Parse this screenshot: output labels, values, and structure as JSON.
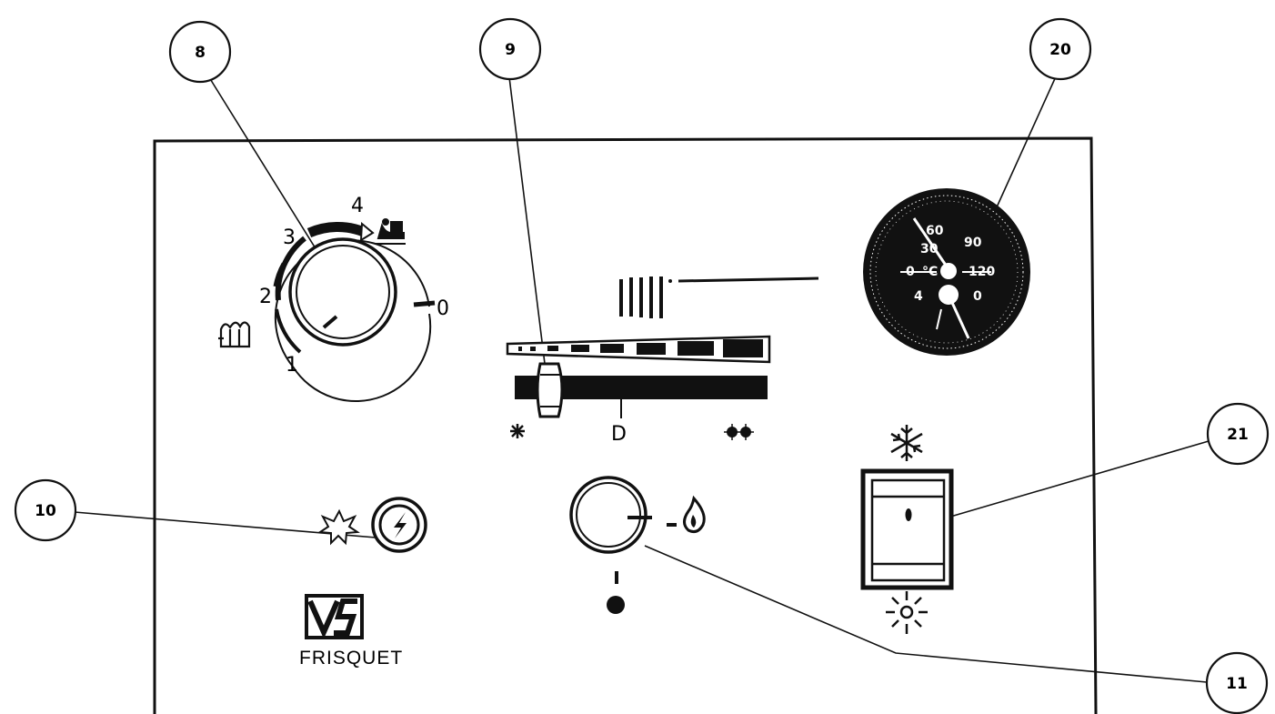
{
  "callouts": {
    "c8": "8",
    "c9": "9",
    "c20": "20",
    "c10": "10",
    "c21": "21",
    "c11": "11"
  },
  "dial": {
    "marks": [
      "1",
      "2",
      "3",
      "4",
      "0"
    ]
  },
  "slider": {
    "center_mark": "D"
  },
  "thermometer": {
    "scale_labels": [
      "30",
      "60",
      "90",
      "0",
      "°C",
      "120",
      "4",
      "0"
    ]
  },
  "brand": {
    "name": "FRISQUET"
  },
  "icons": {
    "radiator": "radiator-icon",
    "tap": "hot-water-tap-icon",
    "reset_star": "reset-star-icon",
    "lightning": "lightning-icon",
    "flame": "flame-icon",
    "snowflake": "snowflake-icon",
    "sun": "sun-icon",
    "eco": "economy-icon",
    "comfort": "comfort-icon"
  },
  "colors": {
    "ink": "#111111",
    "paper": "#ffffff"
  }
}
